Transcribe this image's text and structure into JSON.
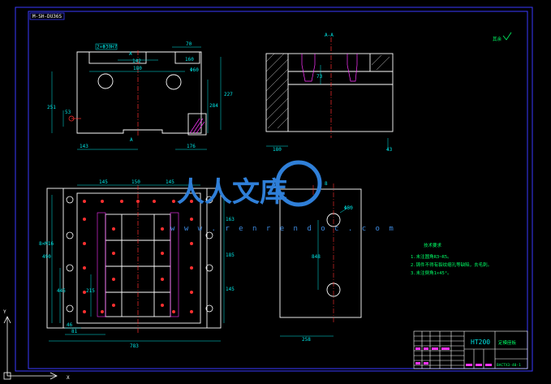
{
  "drawing": {
    "tag_label": "M-SH-DU36S",
    "section_label": "A-A",
    "section_mark_top": "A",
    "section_mark_bottom": "A",
    "roughness_note": "其余",
    "top_view": {
      "dims": [
        "70",
        "142",
        "180",
        "160",
        "227",
        "251",
        "284",
        "53",
        "143",
        "176",
        "Φ60"
      ],
      "callout": "2×Φ30H7"
    },
    "section_view": {
      "dims": [
        "180",
        "43",
        "73"
      ]
    },
    "front_view": {
      "dims": [
        "145",
        "150",
        "145",
        "163",
        "185",
        "145",
        "445",
        "215",
        "490",
        "46",
        "81",
        "783"
      ],
      "hole_label": "8×M16"
    },
    "side_view": {
      "dims": [
        "Φ50",
        "848",
        "258",
        "8"
      ]
    },
    "tech_req": {
      "title": "技术要求",
      "lines": [
        "1.未注圆角R3~R5。",
        "2.铸件不得有裂纹缩孔等缺陷，去毛刺。",
        "3.未注倒角1×45°。"
      ]
    },
    "title_block": {
      "material": "HT200",
      "part_name": "定模座板",
      "drawing_no": "BACTX3-40-1"
    },
    "axis": {
      "x": "X",
      "y": "Y"
    }
  },
  "watermark": {
    "text": "人人文库",
    "url": "w w w . r e n r e n d o c . c o m"
  },
  "colors": {
    "background": "#000000",
    "frame": "#3a3aff",
    "outline": "#ffffff",
    "dimension": "#00e6e6",
    "center_line": "#ff3030",
    "hatch": "#ff33ff",
    "note": "#00ff66",
    "watermark": "#2f7fd8"
  }
}
